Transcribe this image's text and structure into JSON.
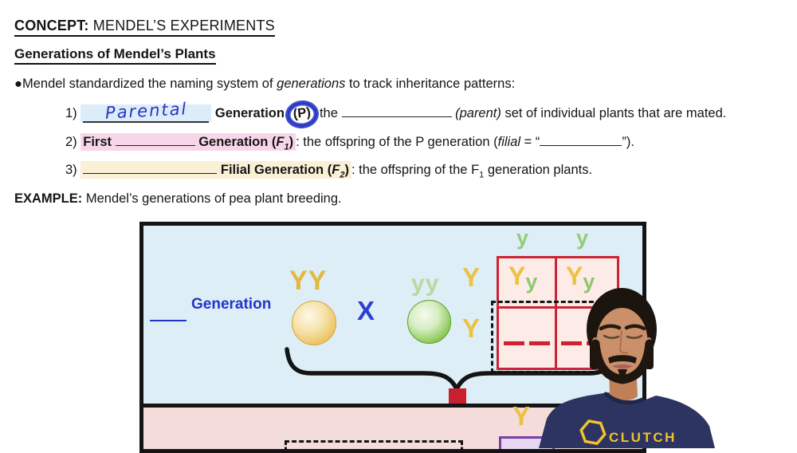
{
  "header": {
    "concept_label": "CONCEPT:",
    "concept_title": " MENDEL’S EXPERIMENTS",
    "section_title": "Generations of Mendel’s Plants"
  },
  "intro": {
    "bullet": "●",
    "pre": "Mendel standardized the naming system of ",
    "emph": "generations",
    "post": " to track inheritance patterns:"
  },
  "item1": {
    "num": "1)",
    "handwritten_answer": "Parental",
    "term_bold": "Generation",
    "p_label": "(P)",
    "the": "the",
    "paren_italic": "(parent)",
    "tail": " set of individual plants that are mated."
  },
  "item2": {
    "num": "2)",
    "lead_bold": "First",
    "term_bold": "Generation (",
    "f_italic": "F",
    "sub": "1",
    "close_bold": ")",
    "mid": ": the offspring of the P generation (",
    "filial_italic": "filial",
    "eq": " = “",
    "tail": "”)."
  },
  "item3": {
    "num": "3)",
    "term_bold": "Filial Generation (",
    "f_italic": "F",
    "sub": "2",
    "close_bold": ")",
    "mid": ": the offspring of the F",
    "sub_mid": "1",
    "tail": " generation plants."
  },
  "example": {
    "label": "EXAMPLE:",
    "text": " Mendel’s generations of pea plant breeding."
  },
  "diagram": {
    "generation_label": "Generation",
    "parent1_genotype": "YY",
    "cross_symbol": "X",
    "parent2_genotype": "yy",
    "punnett": {
      "col_header_1": "y",
      "col_header_2": "y",
      "row_header_1": "Y",
      "row_header_2": "Y",
      "cell_tl_allele1": "Y",
      "cell_tl_allele2": "y",
      "cell_tr_allele1": "Y",
      "cell_tr_allele2": "y"
    },
    "f1_row_letter": "Y"
  },
  "person": {
    "shirt_logo_text": "CLUTCH"
  },
  "colors": {
    "highlight_blue": "#dcecf8",
    "highlight_pink": "#f8d6e9",
    "highlight_cream": "#faf0d6",
    "ink_blue": "#2836c0",
    "label_blue": "#2434c8",
    "diagram_blue_bg": "#ddeef6",
    "diagram_pink_bg": "#f3dcd9",
    "punnett_red": "#cc2434",
    "punnett_fill": "#fdebe7",
    "allele_yellow": "#ecc243",
    "allele_green": "#8cc96d",
    "arrow_red": "#c9202e",
    "purple_box_border": "#7a3fa8",
    "purple_box_fill": "#e6d6f2",
    "shirt_navy": "#2d3461",
    "logo_yellow": "#f2c12e"
  }
}
